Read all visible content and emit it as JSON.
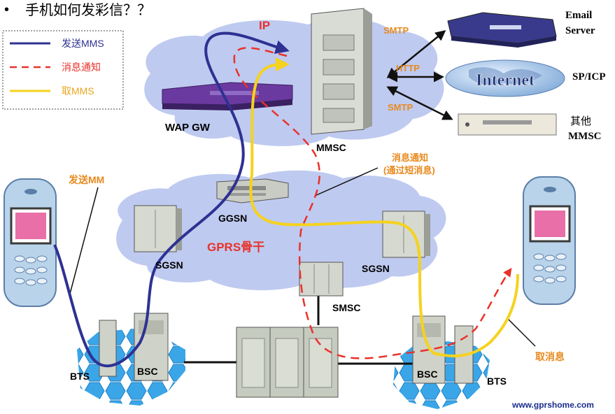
{
  "title": "手机如何发彩信？？",
  "bullet": "•",
  "legend": {
    "send": "发送MMS",
    "notify": "消息通知",
    "fetch": "取MMS"
  },
  "labels": {
    "ip": "IP",
    "smtp_top": "SMTP",
    "http": "HTTP",
    "smtp_bottom": "SMTP",
    "email_server_1": "Email",
    "email_server_2": "Server",
    "internet": "Internet",
    "sp_icp": "SP/ICP",
    "other_mmsc_1": "其他",
    "other_mmsc_2": "MMSC",
    "wap_gw": "WAP GW",
    "mmsc": "MMSC",
    "notify_sms_1": "消息通知",
    "notify_sms_2": "(通过短消息)",
    "send_mm": "发送MM",
    "ggsn": "GGSN",
    "sgsn_left": "SGSN",
    "sgsn_right": "SGSN",
    "gprs_backbone": "GPRS骨干",
    "smsc": "SMSC",
    "bts_left": "BTS",
    "bsc_left": "BSC",
    "bsc_right": "BSC",
    "bts_right": "BTS",
    "fetch_msg": "取消息",
    "website": "www.gprshome.com"
  },
  "colors": {
    "send": "#2e3192",
    "notify": "#e8322a",
    "fetch": "#f5d21e",
    "ip_label": "#e8322a",
    "orange_label": "#e88a1e",
    "cloud": "#b8c4ee",
    "hex": "#3aa6e8",
    "website": "#1a2c8c"
  }
}
